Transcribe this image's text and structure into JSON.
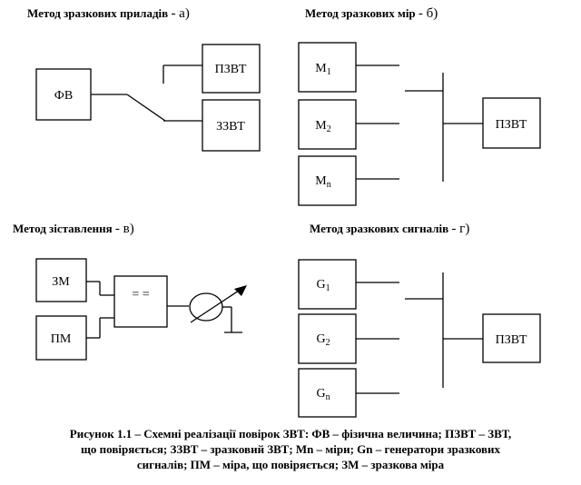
{
  "panels": {
    "a": {
      "title": "Метод зразкових приладів",
      "tag": "- а)",
      "fv": "ФВ",
      "pzvt": "ПЗВТ",
      "zzvt": "ЗЗВТ"
    },
    "b": {
      "title": "Метод зразкових мір",
      "tag": "- б)",
      "m1_base": "M",
      "m1_sub": "1",
      "m2_base": "M",
      "m2_sub": "2",
      "mn_base": "M",
      "mn_sub": "n",
      "pzvt": "ПЗВТ"
    },
    "c": {
      "title": "Метод зіставлення",
      "tag": "- в)",
      "zm": "ЗМ",
      "pm": "ПМ",
      "comparator": "= ="
    },
    "d": {
      "title": "Метод зразкових сигналів",
      "tag": "- г)",
      "g1_base": "G",
      "g1_sub": "1",
      "g2_base": "G",
      "g2_sub": "2",
      "gn_base": "G",
      "gn_sub": "n",
      "pzvt": "ПЗВТ"
    }
  },
  "caption": {
    "line1": "Рисунок 1.1 – Схемні реалізації повірок ЗВТ: ФВ – фізична величина; ПЗВТ – ЗВТ,",
    "line2": "що повіряється; ЗЗВТ – зразковий ЗВТ; Mn – міри; Gn – генератори зразкових",
    "line3": "сигналів; ПМ – міра, що повіряється; ЗМ – зразкова міра"
  }
}
